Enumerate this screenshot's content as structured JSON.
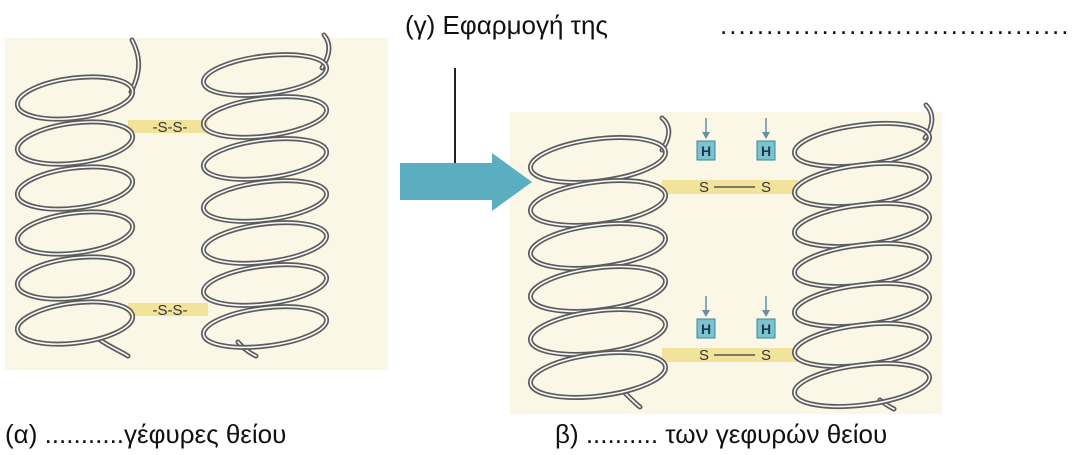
{
  "heading": {
    "label": "(γ) Εφαρμογή της",
    "blank": "......................................"
  },
  "captions": {
    "alpha": "(α) ...........γέφυρες θείου",
    "beta": "β) .......... των γεφυρών θείου"
  },
  "diagram": {
    "disulfide_bridge_label": "-S-S-",
    "sulfur": "S",
    "hydrogen": "H",
    "step_arrow_icon": "arrow-right-icon"
  },
  "colors": {
    "panel_bg": "#fbf7e6",
    "bridge": "#f1e39a",
    "arrow": "#5aaec0",
    "hydrogen_box": "#7cc3d1",
    "helix_stroke": "#5c5c5c"
  }
}
